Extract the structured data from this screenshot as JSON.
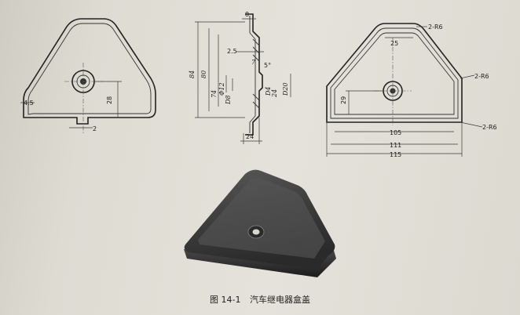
{
  "caption": {
    "figure_number": "图 14-1",
    "title": "汽车继电器盒盖"
  },
  "front_view": {
    "dim_side_thickness": "4.5",
    "dim_hole_height": "28",
    "dim_gap": "2"
  },
  "section_view": {
    "dim_top": "8",
    "dim_84": "84",
    "dim_80": "80",
    "dim_74": "74",
    "dim_d12": "Φ12",
    "dim_d8": "D8",
    "dim_2_5": "2.5",
    "dim_7": "7",
    "dim_5deg": "5°",
    "dim_d4": "D4",
    "dim_24_small": "24",
    "dim_d20": "D20",
    "dim_bottom": "24"
  },
  "top_view": {
    "dim_top_width": "25",
    "dim_r_top": "2-R6",
    "dim_r_side": "2-R6",
    "dim_r_bottom": "2-R6",
    "dim_hole_height": "29",
    "dim_105": "105",
    "dim_111": "111",
    "dim_115": "115"
  }
}
